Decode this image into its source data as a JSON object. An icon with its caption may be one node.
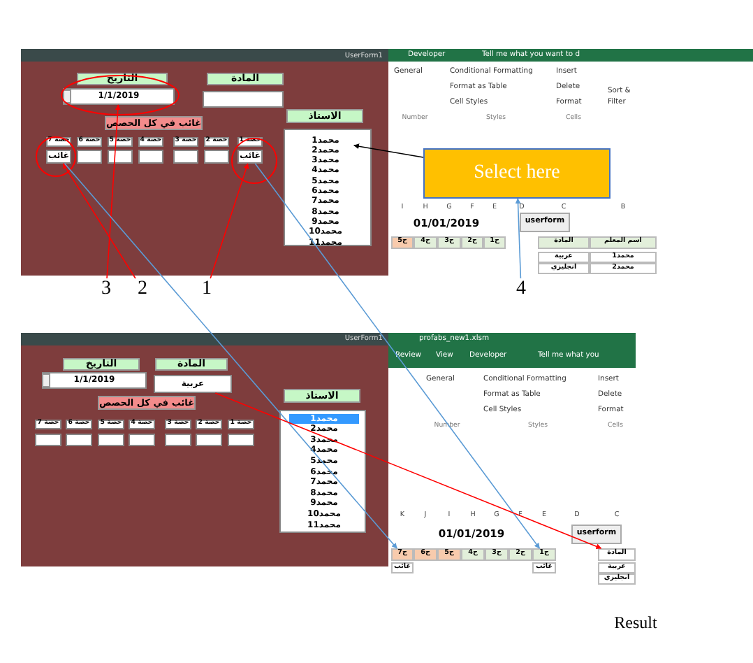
{
  "diagram": {
    "nodes": [
      {
        "text": [
          "1/1/2019"
        ]
      },
      {
        "text": [
          "غائب"
        ]
      },
      {
        "text": [
          "غائب"
        ]
      },
      {
        "text": [
          "محمد1"
        ]
      },
      {
        "text": [
          "Select here"
        ]
      },
      {
        "text": [
          "3"
        ]
      },
      {
        "text": [
          "2"
        ]
      },
      {
        "text": [
          "1"
        ]
      },
      {
        "text": [
          "4"
        ]
      },
      {
        "text": [
          "عربية"
        ]
      },
      {
        "text": [
          "ح7"
        ]
      },
      {
        "text": [
          "ح1"
        ]
      },
      {
        "text": [
          "المادة"
        ]
      },
      {
        "text": [],
        "shape": "box"
      },
      {
        "text": [],
        "shape": "box"
      },
      {
        "text": [],
        "shape": "box"
      },
      {
        "text": [],
        "shape": "box"
      },
      {
        "text": [],
        "shape": "box"
      },
      {
        "text": [],
        "shape": "box"
      },
      {
        "text": [],
        "shape": "box"
      },
      {
        "text": [],
        "shape": "box"
      },
      {
        "text": [],
        "shape": "box"
      },
      {
        "text": [],
        "shape": "box"
      },
      {
        "text": [],
        "shape": "box"
      },
      {
        "text": [],
        "shape": "box"
      },
      {
        "text": [],
        "shape": "box"
      },
      {
        "text": [
          "1/1/2019"
        ]
      }
    ],
    "edges": [
      {
        "from": 5,
        "to": 0,
        "arrow": "to"
      },
      {
        "from": 6,
        "to": 1,
        "arrow": "to"
      },
      {
        "from": 7,
        "to": 2,
        "arrow": "to"
      },
      {
        "from": 8,
        "to": 4,
        "arrow": "to",
        "color": "#5b9bd5"
      },
      {
        "from": 4,
        "to": 3,
        "arrow": "to",
        "color": "#000000"
      },
      {
        "from": 1,
        "to": 10,
        "arrow": "to",
        "color": "#5b9bd5"
      },
      {
        "from": 2,
        "to": 11,
        "arrow": "to",
        "color": "#5b9bd5"
      },
      {
        "from": 9,
        "to": 12,
        "arrow": "to"
      }
    ],
    "labels": [
      "UserForm1",
      "التاريخ",
      "المادة",
      "الاستاذ",
      "غائب في كل الحصص",
      "حصة 7",
      "حصة 6",
      "حصة 5",
      "حصة 4",
      "حصة 3",
      "حصة 2",
      "حصة 1",
      "محمد2",
      "محمد3",
      "محمد4",
      "محمد5",
      "محمد6",
      "محمد7",
      "محمد8",
      "محمد9",
      "محمد10",
      "محمد11",
      "Developer",
      "Tell me what you want to d",
      "General",
      "Conditional Formatting",
      "Format as Table",
      "Cell Styles",
      "Insert",
      "Delete",
      "Format",
      "Sort &",
      "Filter",
      "Number",
      "Styles",
      "Cells",
      "I",
      "H",
      "G",
      "F",
      "E",
      "D",
      "C",
      "B",
      "01/01/2019",
      "userform",
      "ح5",
      "ح4",
      "ح3",
      "ح2",
      "ح1",
      "المادة",
      "اسم المعلم",
      "عربية",
      "محمد1",
      "انجليزي",
      "محمد2",
      "UserForm1",
      "التاريخ",
      "المادة",
      "الاستاذ",
      "غائب في كل الحصص",
      "حصة 7",
      "حصة 6",
      "حصة 5",
      "حصة 4",
      "حصة 3",
      "حصة 2",
      "حصة 1",
      "محمد1",
      "محمد2",
      "محمد3",
      "محمد4",
      "محمد5",
      "محمد6",
      "محمد7",
      "محمد8",
      "محمد9",
      "محمد10",
      "محمد11",
      "profabs_new1.xlsm",
      "Review",
      "View",
      "Developer",
      "Tell me what you",
      "General",
      "Conditional Formatting",
      "Format as Table",
      "Cell Styles",
      "Insert",
      "Delete",
      "Format",
      "Number",
      "Styles",
      "Cells",
      "K",
      "J",
      "I",
      "H",
      "G",
      "F",
      "E",
      "D",
      "C",
      "01/01/2019",
      "userform",
      "ح6",
      "ح5",
      "ح4",
      "ح3",
      "ح2",
      "غائب",
      "غائب",
      "عربية",
      "انجليزي",
      "Result"
    ]
  }
}
